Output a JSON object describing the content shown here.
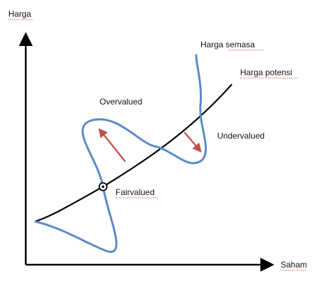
{
  "axes": {
    "y_label": "Harga",
    "x_label": "Saham"
  },
  "curves": {
    "market_price_label": "Harga semasa",
    "potential_price_label": "Harga potensi"
  },
  "regions": {
    "overvalued": "Overvalued",
    "undervalued": "Undervalued",
    "fairvalued": "Fairvalued"
  },
  "colors": {
    "axis": "#000000",
    "potential_line": "#000000",
    "market_curve": "#5b8ac6",
    "arrow": "#c0504d"
  }
}
